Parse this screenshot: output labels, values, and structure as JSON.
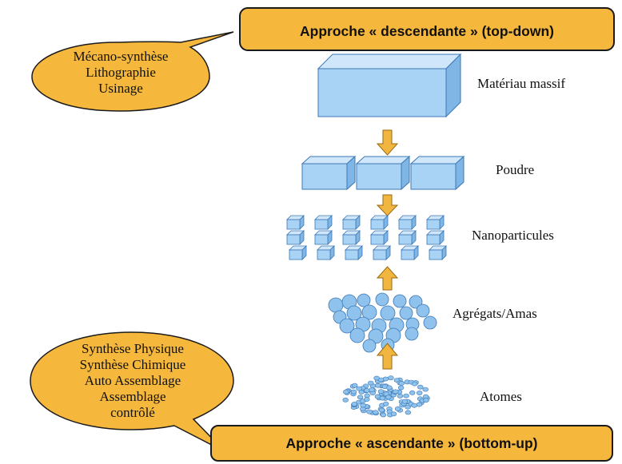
{
  "top_banner": {
    "label": "Approche « descendante » (top-down)"
  },
  "bottom_banner": {
    "label": "Approche « ascendante » (bottom-up)"
  },
  "top_bubble": {
    "lines": [
      "Mécano-synthèse",
      "Lithographie",
      "Usinage"
    ]
  },
  "bottom_bubble": {
    "lines": [
      "Synthèse Physique",
      "Synthèse Chimique",
      "Auto Assemblage",
      "Assemblage",
      "contrôlé"
    ]
  },
  "stages": [
    {
      "label": "Matériau massif"
    },
    {
      "label": "Poudre"
    },
    {
      "label": "Nanoparticules"
    },
    {
      "label": "Agrégats/Amas"
    },
    {
      "label": "Atomes"
    }
  ],
  "colors": {
    "banner_fill": "#f6b83c",
    "banner_stroke": "#1a1a1a",
    "bubble_fill": "#f6b83c",
    "cube_front": "#a9d3f5",
    "cube_top": "#cfe6fb",
    "cube_side": "#7fb6e6",
    "cube_stroke": "#3d78b5",
    "sphere_fill": "#8fc3ee",
    "arrow_fill": "#f0b63f",
    "arrow_stroke": "#9a6a10"
  }
}
